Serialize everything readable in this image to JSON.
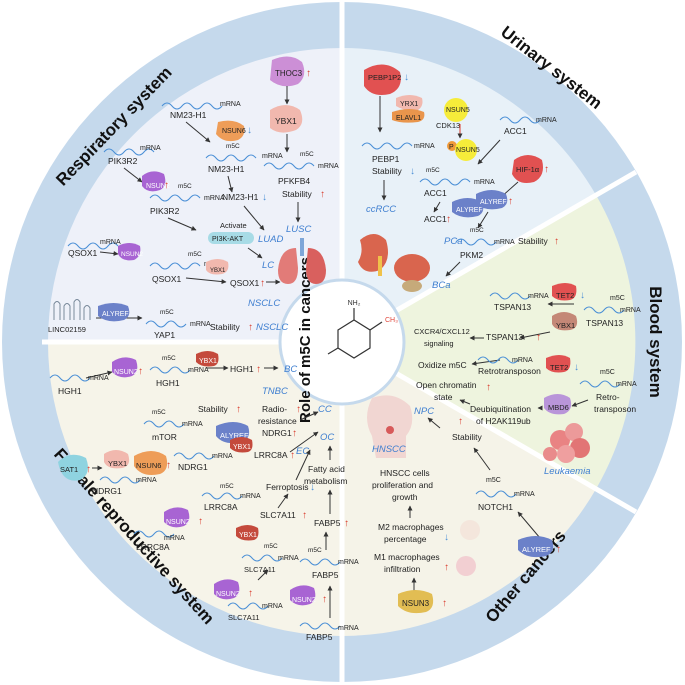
{
  "center": {
    "title": "Role of m5C in cancers",
    "nh2": "NH₂",
    "me": "CH₃"
  },
  "sections": {
    "respiratory": "Respiratory system",
    "urinary": "Urinary system",
    "blood": "Blood system",
    "other": "Other cancers",
    "female": "Female reproductive system"
  },
  "resp": {
    "mrna": "mRNA",
    "m5c": "m5C",
    "nm23": "NM23-H1",
    "nsun6": "NSUN6",
    "thoc3": "THOC3",
    "ybx1": "YBX1",
    "pfkfb4": "PFKFB4",
    "stability": "Stability",
    "luad": "LUAD",
    "lusc": "LUSC",
    "pik3r2": "PIK3R2",
    "nsun2": "NSUN2",
    "activate": "Activate",
    "pi3k": "PI3K-AKT",
    "lc": "LC",
    "qsox1": "QSOX1",
    "nsclc": "NSCLC",
    "linc": "LINC02159",
    "alyref": "ALYREF",
    "yap1": "YAP1"
  },
  "uri": {
    "pebp1p2": "PEBP1P2",
    "pebp1": "PEBP1",
    "mrna": "mRNA",
    "stability": "Stability",
    "ccrcc": "ccRCC",
    "yrx1": "YRX1",
    "elavl1": "ELAVL1",
    "nsun5": "NSUN5",
    "cdk13": "CDK13",
    "p": "P",
    "acc1": "ACC1",
    "m5c": "m5C",
    "alyref": "ALYREF",
    "pca": "PCa",
    "hif": "HIF-1α",
    "pkm2": "PKM2",
    "bca": "BCa"
  },
  "blood": {
    "tet2": "TET2",
    "tspan13": "TSPAN13",
    "mrna": "mRNA",
    "m5c": "m5C",
    "ybx1": "YBX1",
    "cxcr4": "CXCR4/CXCL12",
    "signaling": "signaling",
    "oxidize": "Oxidize m5C",
    "retro": "Retrotransposon",
    "retro1": "Retro-",
    "retro2": "transposon",
    "open1": "Open chromatin",
    "open2": "state",
    "mbd6": "MBD6",
    "deub1": "Deubiquitination",
    "deub2": "of H2AK119ub",
    "leuk": "Leukaemia"
  },
  "other": {
    "npc": "NPC",
    "hnscc": "HNSCC",
    "stability": "Stability",
    "m5c": "m5C",
    "mrna": "mRNA",
    "notch1": "NOTCH1",
    "alyref": "ALYREF",
    "hn1": "HNSCC cells",
    "hn2": "proliferation and",
    "hn3": "growth",
    "m2a": "M2 macrophages",
    "m2b": "percentage",
    "m1a": "M1 macrophages",
    "m1b": "infiltration",
    "nsun3": "NSUN3"
  },
  "fem": {
    "mrna": "mRNA",
    "m5c": "m5C",
    "nsun2": "NSUN2",
    "ybx1": "YBX1",
    "hgh1": "HGH1",
    "bc": "BC",
    "tnbc": "TNBC",
    "sat1": "SAT1",
    "mtor": "mTOR",
    "stability": "Stability",
    "alyref": "ALYREF",
    "radio1": "Radio-",
    "radio2": "resistance",
    "ndrg1": "NDRG1",
    "cc": "CC",
    "nsun6": "NSUN6",
    "lrrc8a": "LRRC8A",
    "ec": "EC",
    "ferro": "Ferroptosis",
    "slc7a11": "SLC7A11",
    "oc": "OC",
    "fa1": "Fatty acid",
    "fa2": "metabolism",
    "fabp5": "FABP5"
  }
}
